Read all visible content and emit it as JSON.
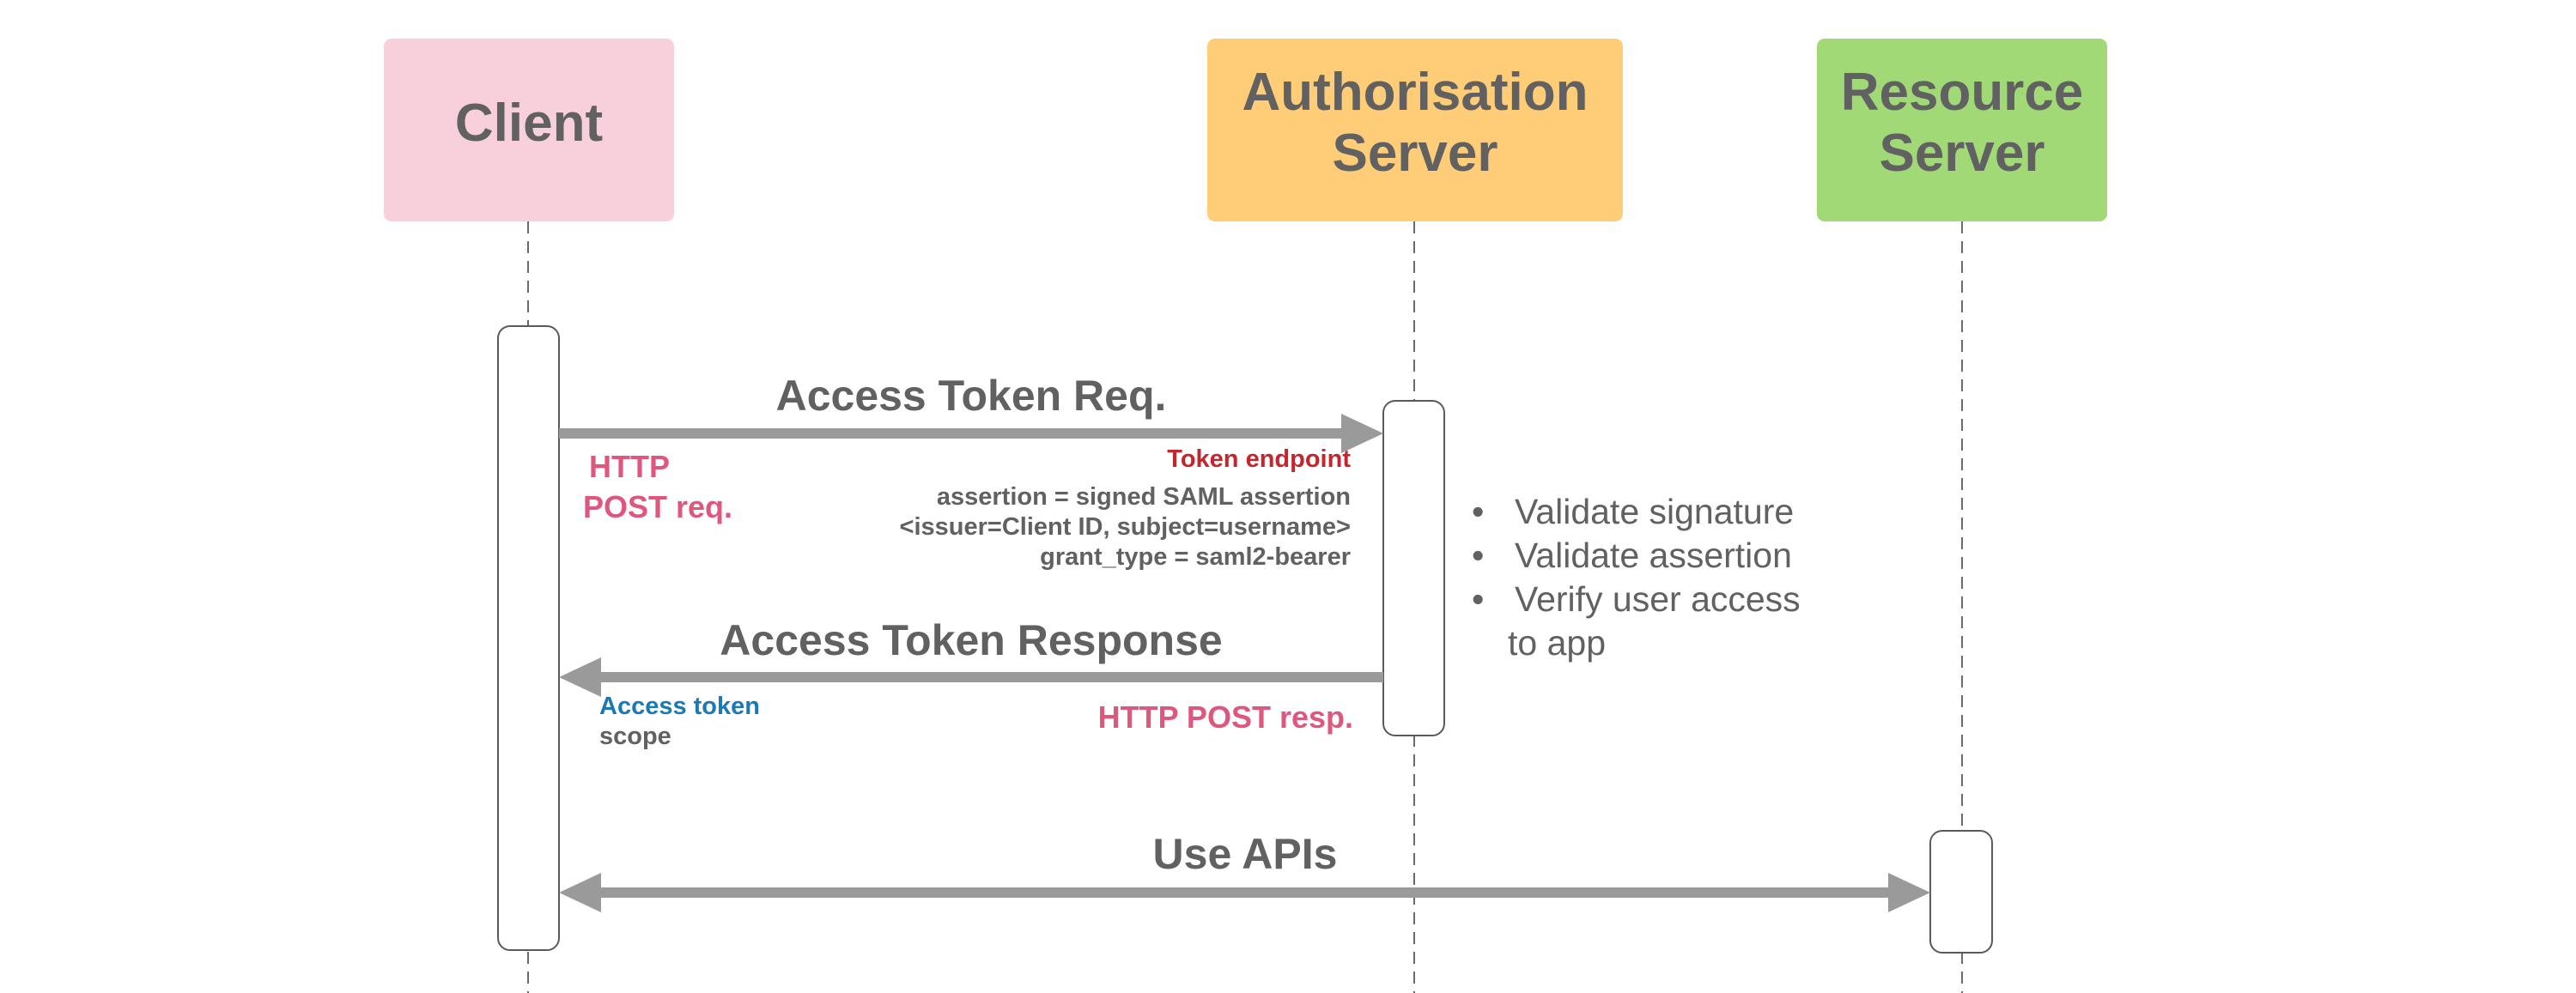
{
  "actors": {
    "client": {
      "label": "Client",
      "color": "#f8d0dc"
    },
    "auth_server": {
      "line1": "Authorisation",
      "line2": "Server",
      "color": "#ffcc78"
    },
    "resource_server": {
      "line1": "Resource",
      "line2": "Server",
      "color": "#a2d977"
    }
  },
  "messages": {
    "request": {
      "label": "Access Token Req.",
      "endpoint": "Token endpoint",
      "method_line1": "HTTP",
      "method_line2": "POST req.",
      "param_line1": "assertion =  signed SAML assertion",
      "param_line2": "<issuer=Client ID, subject=username>",
      "param_line3": "grant_type = saml2-bearer"
    },
    "response": {
      "label": "Access Token Response",
      "method": "HTTP POST resp.",
      "field1": "Access token",
      "field2": "scope"
    },
    "apis": {
      "label": "Use APIs"
    }
  },
  "validation_steps": {
    "bullet_symbol": "•",
    "item1": "Validate signature",
    "item2": "Validate assertion",
    "item3_line1": "Verify user access",
    "item3_line2": "to app"
  },
  "colors": {
    "text_grey": "#616161",
    "arrow_grey": "#9a9a9a",
    "endpoint_red": "#c4262e",
    "http_pink": "#e0577d",
    "token_blue": "#1a7ab8"
  }
}
